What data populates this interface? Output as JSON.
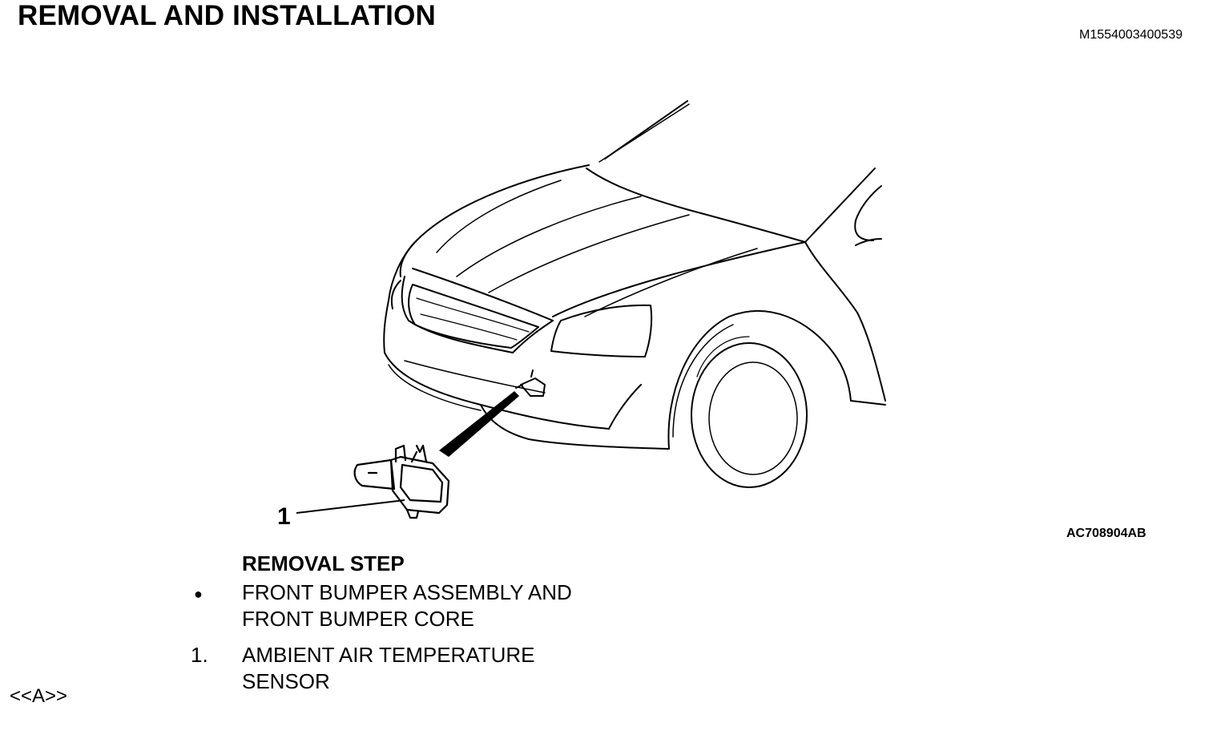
{
  "header": {
    "title": "REMOVAL AND INSTALLATION",
    "doc_id": "M1554003400539"
  },
  "figure": {
    "code": "AC708904AB",
    "callout": "1"
  },
  "steps": {
    "heading": "REMOVAL STEP",
    "items": [
      {
        "marker": "●",
        "text": "FRONT BUMPER ASSEMBLY AND FRONT BUMPER CORE"
      },
      {
        "marker": "1.",
        "text": "AMBIENT AIR TEMPERATURE SENSOR"
      }
    ]
  },
  "reference": {
    "label": "<<A>>"
  }
}
